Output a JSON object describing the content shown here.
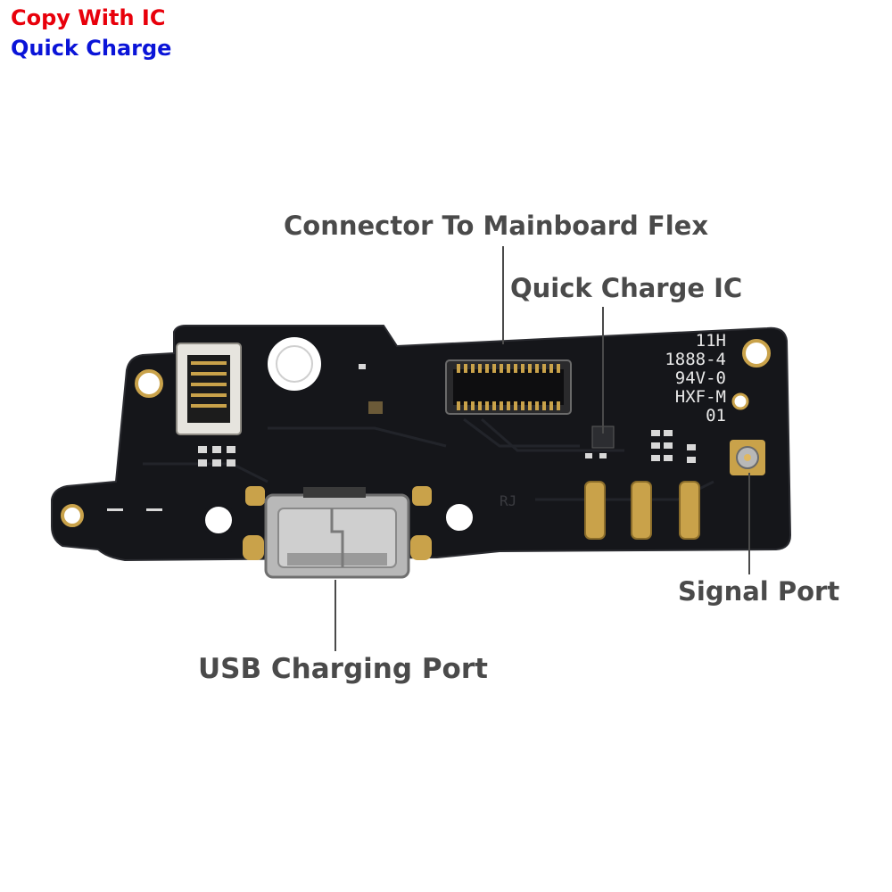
{
  "tags": {
    "copy_with_ic": {
      "text": "Copy With IC",
      "color": "#e8000b"
    },
    "quick_charge": {
      "text": "Quick Charge",
      "color": "#0a14d8"
    }
  },
  "callouts": {
    "connector_flex": "Connector To Mainboard Flex",
    "quick_charge_ic": "Quick Charge IC",
    "signal_port": "Signal Port",
    "usb_port": "USB Charging Port"
  },
  "board_silkscreen": {
    "lines": [
      "11H",
      "1888-4",
      "94V-0",
      "HXF-M",
      "01"
    ],
    "small_label": "RJ"
  },
  "colors": {
    "pcb": "#15161a",
    "pcb_edge": "#2a2b30",
    "trace": "#1e2025",
    "silk": "#e8e8e8",
    "gold": "#c9a24a",
    "metal": "#b8b8b8",
    "callout_text": "#4a4a4a"
  },
  "icons": {
    "connector": "board-to-board-connector",
    "usb": "micro-usb-receptacle",
    "antenna": "coax-antenna-socket"
  }
}
